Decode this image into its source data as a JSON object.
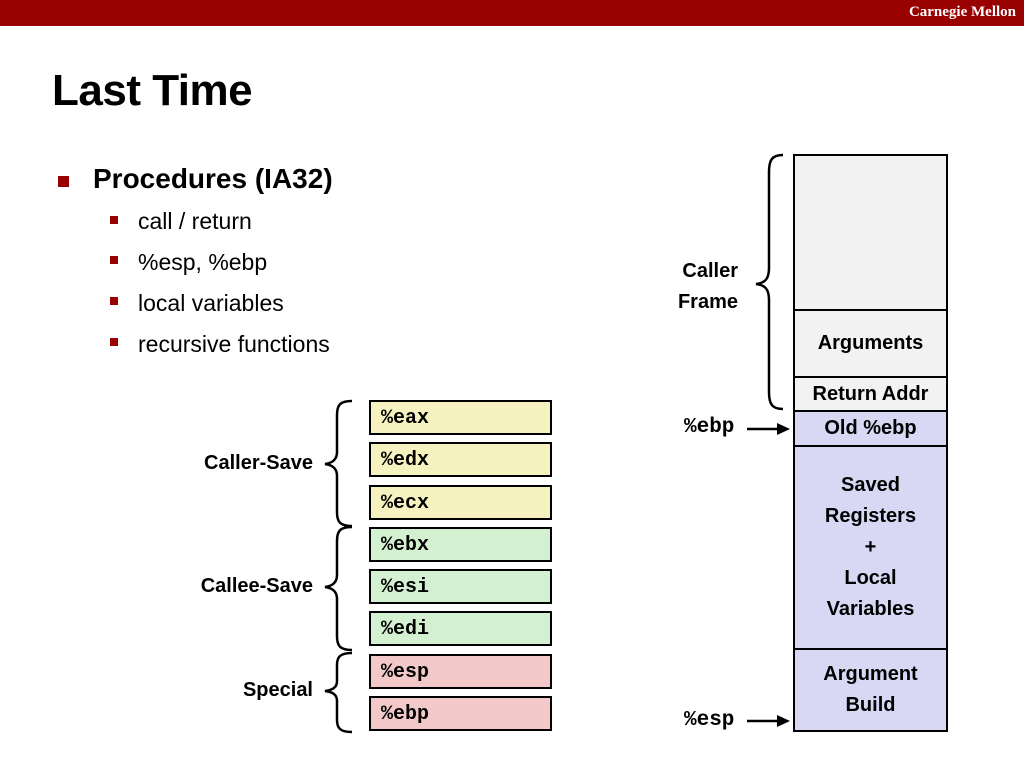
{
  "header": {
    "brand": "Carnegie Mellon"
  },
  "slide": {
    "title": "Last Time",
    "bullet": "Procedures (IA32)",
    "subbullets": [
      "call / return",
      "%esp, %ebp",
      "local variables",
      "recursive functions"
    ]
  },
  "registers": {
    "items": [
      "%eax",
      "%edx",
      "%ecx",
      "%ebx",
      "%esi",
      "%edi",
      "%esp",
      "%ebp"
    ],
    "groups": [
      "Caller-Save",
      "Callee-Save",
      "Special"
    ],
    "colors": {
      "caller_save": "#f5f2bf",
      "callee_save": "#d3f0d0",
      "special": "#f2c8c8"
    }
  },
  "stack": {
    "caller_label": [
      "Caller",
      "Frame"
    ],
    "cells": {
      "arguments": "Arguments",
      "return_addr": "Return Addr",
      "old_ebp": "Old %ebp",
      "saved": [
        "Saved",
        "Registers",
        "+",
        "Local",
        "Variables"
      ],
      "argument_build": [
        "Argument",
        "Build"
      ]
    },
    "ebp_pointer": "%ebp",
    "esp_pointer": "%esp",
    "colors": {
      "caller_frame": "#f2f2f2",
      "current_frame": "#d8d8f5"
    }
  },
  "colors": {
    "accent": "#990000"
  }
}
